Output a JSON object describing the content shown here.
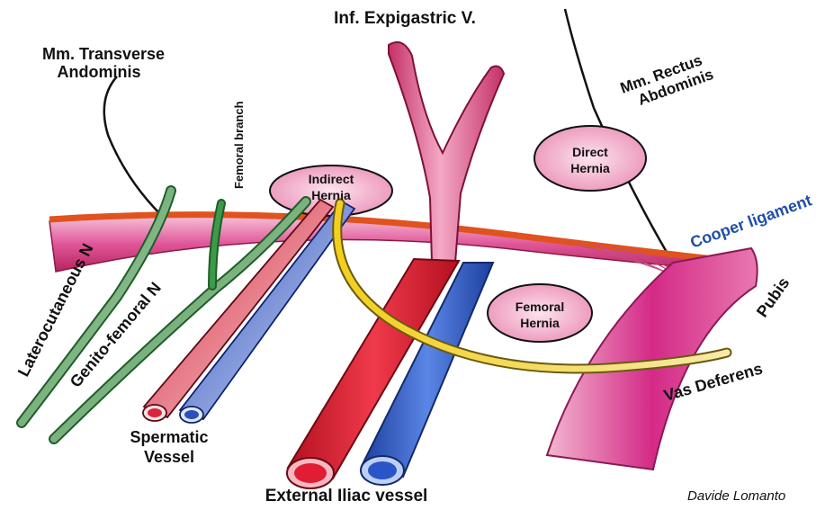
{
  "labels": {
    "inf_expigastric": "Inf. Expigastric V.",
    "mm_transverse_line1": "Mm. Transverse",
    "mm_transverse_line2": "Andominis",
    "femoral_branch": "Femoral branch",
    "mm_rectus_line1": "Mm. Rectus",
    "mm_rectus_line2": "Abdominis",
    "direct_hernia_line1": "Direct",
    "direct_hernia_line2": "Hernia",
    "indirect_hernia_line1": "Indirect",
    "indirect_hernia_line2": "Hernia",
    "cooper_ligament": "Cooper ligament",
    "laterocutaneous": "Laterocutaneous N",
    "genito_femoral": "Genito-femoral N",
    "femoral_hernia_line1": "Femoral",
    "femoral_hernia_line2": "Hernia",
    "pubis": "Pubis",
    "vas_deferens": "Vas Deferens",
    "spermatic_line1": "Spermatic",
    "spermatic_line2": "Vessel",
    "external_iliac": "External Iliac vessel",
    "credit": "Davide Lomanto"
  },
  "colors": {
    "ligament_orange": "#e0521e",
    "ligament_pink": "#e0579a",
    "artery_red": "#dc1a2e",
    "vein_blue": "#2a55c8",
    "nerve_green": "#2e8b3a",
    "vas_yellow": "#f2cf1d",
    "pubis_magenta": "#d42a86",
    "hernia_pink": "#ef9cbd",
    "epigastric_pink": "#d84a7c",
    "cooper_blue": "#1f4fa8"
  }
}
